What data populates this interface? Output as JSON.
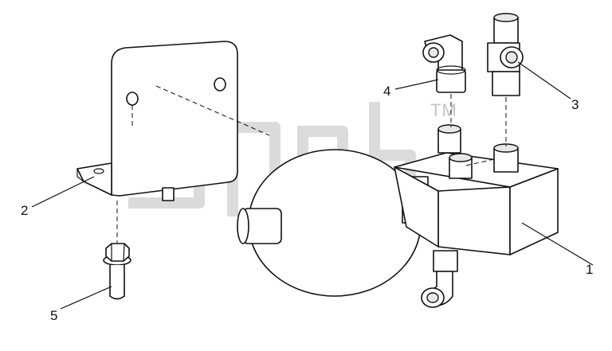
{
  "callouts": {
    "part_1": "1",
    "part_2": "2",
    "part_3": "3",
    "part_4": "4",
    "part_5": "5"
  },
  "watermark": {
    "trademark": "TM"
  }
}
